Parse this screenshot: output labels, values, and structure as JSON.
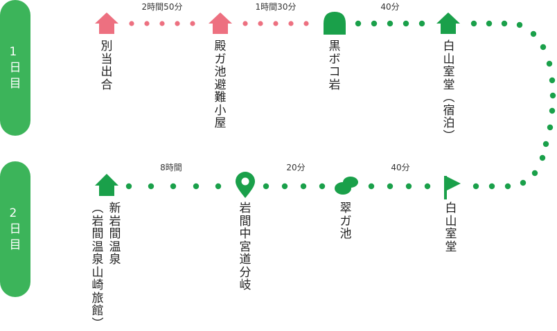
{
  "colors": {
    "pink": "#ed7080",
    "green": "#1aa04a",
    "pill": "#3cb45a"
  },
  "day1": {
    "label": "1日目"
  },
  "day2": {
    "label": "2日目"
  },
  "stops": {
    "bessho": "別当出合",
    "dengaike": "殿ガ池避難小屋",
    "kurobokoiwa": "黒ボコ岩",
    "murodo_stay": "白山室堂(宿泊)",
    "murodo": "白山室堂",
    "midorigaike": "翠ガ池",
    "bunki": "岩間中宮道分岐",
    "shin_iwama": "新岩間温泉",
    "ryokan": "(岩間温泉山崎旅館)"
  },
  "durations": {
    "d1": "2時間50分",
    "d2": "1時間30分",
    "d3": "40分",
    "d4": "40分",
    "d5": "20分",
    "d6": "8時間"
  },
  "icons": {
    "bessho": "house-icon",
    "dengaike": "house-icon",
    "kurobokoiwa": "rock-icon",
    "murodo_stay": "house-icon",
    "murodo": "flag-icon",
    "midorigaike": "pond-icon",
    "bunki": "map-pin-icon",
    "shin_iwama": "house-icon"
  }
}
